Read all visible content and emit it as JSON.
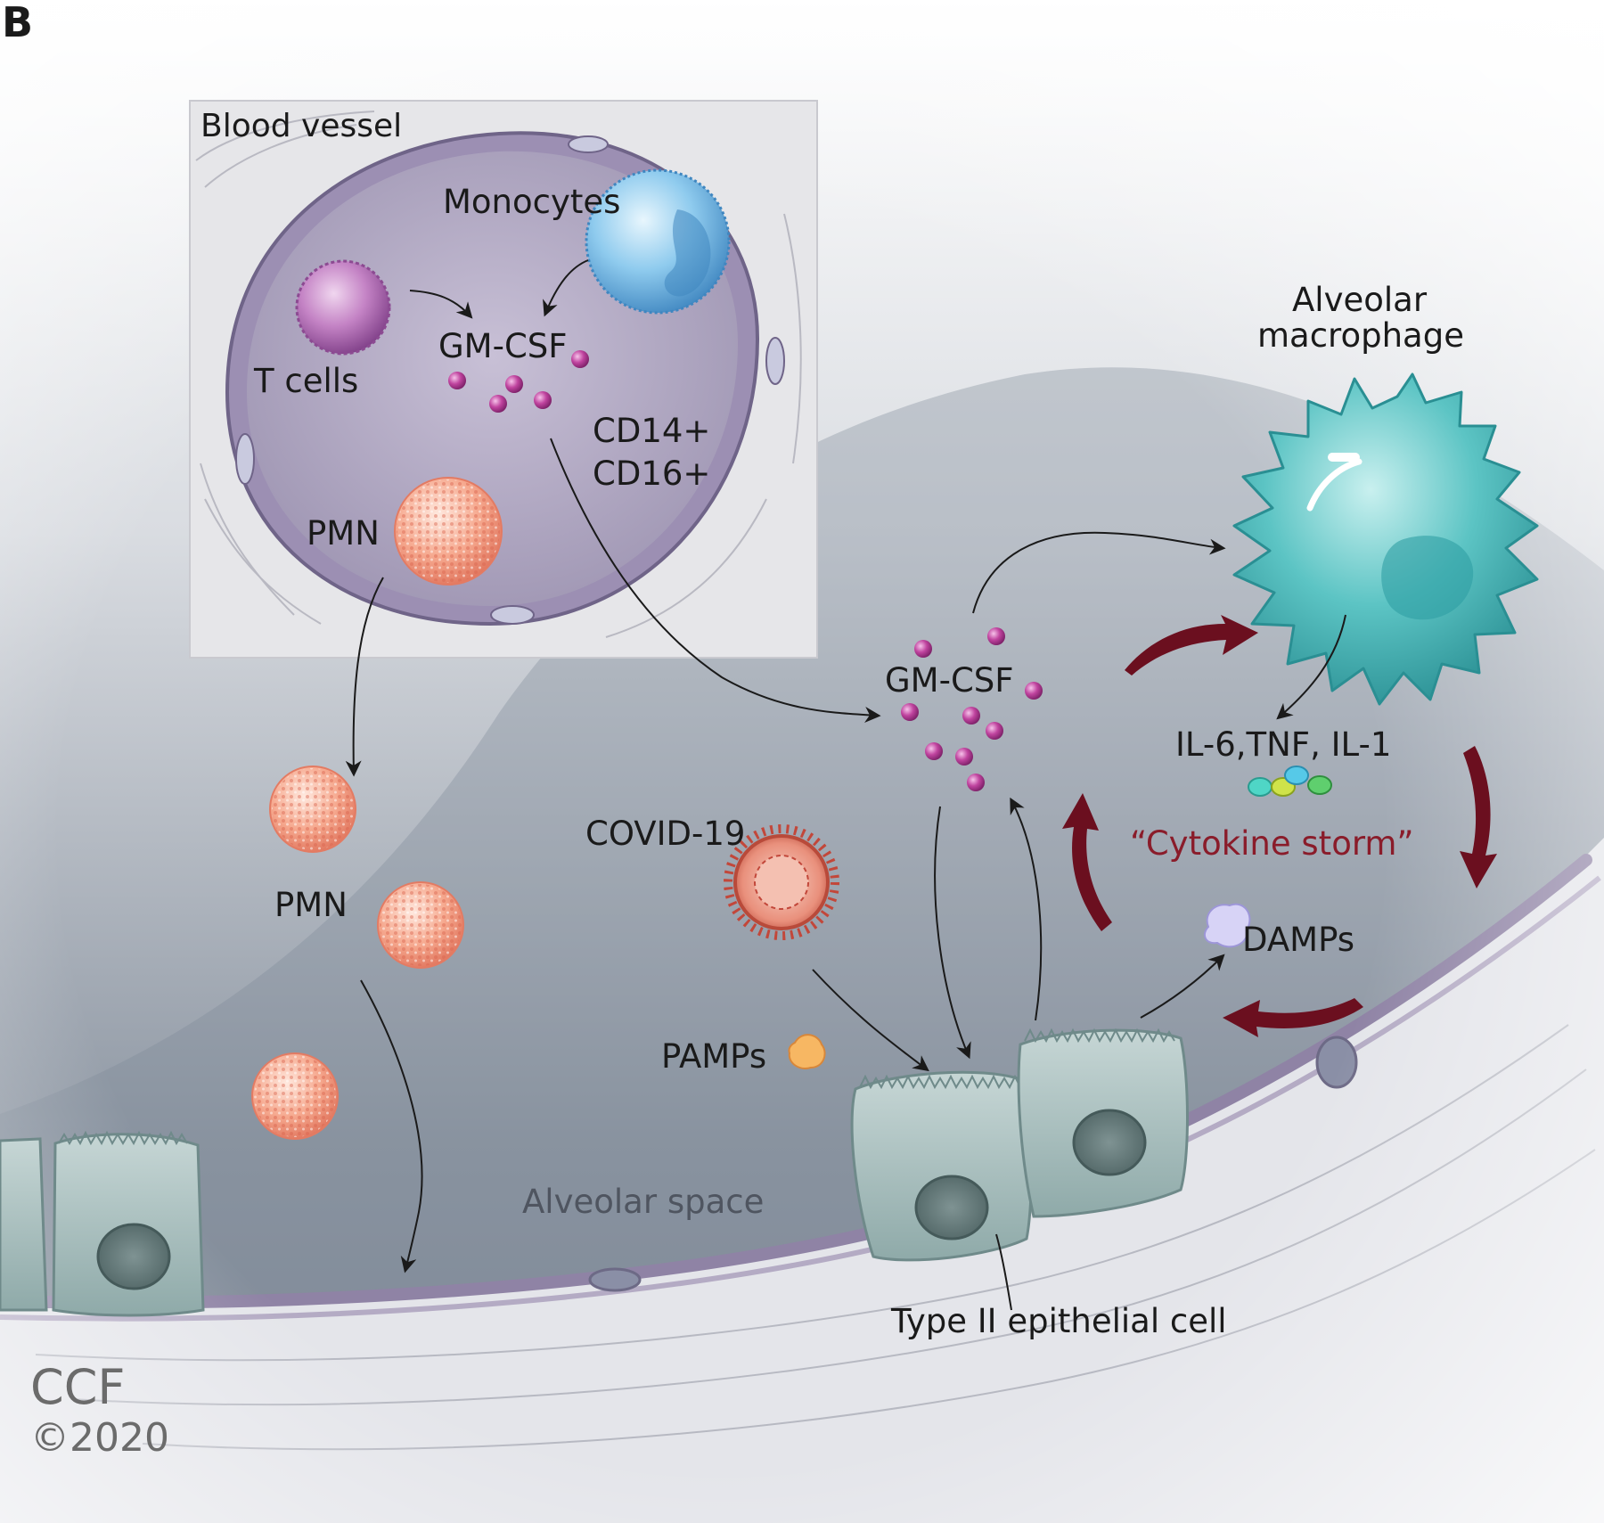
{
  "panel_letter": "B",
  "labels": {
    "blood_vessel": "Blood vessel",
    "monocytes": "Monocytes",
    "t_cells": "T cells",
    "gm_csf_vessel": "GM-CSF",
    "cd14": "CD14+",
    "cd16": "CD16+",
    "pmn_vessel": "PMN",
    "alveolar_macrophage_line1": "Alveolar",
    "alveolar_macrophage_line2": "macrophage",
    "gm_csf_alveolar": "GM-CSF",
    "cytokines": "IL-6,TNF, IL-1",
    "cytokine_storm": "“Cytokine storm”",
    "damps": "DAMPs",
    "covid": "COVID-19",
    "pmn_alveolar": "PMN",
    "pamps": "PAMPs",
    "alveolar_space": "Alveolar space",
    "type2_cell": "Type II epithelial cell"
  },
  "credit": {
    "org": "CCF",
    "year": "©2020"
  },
  "colors": {
    "storm_arrow": "#6b0f1f",
    "storm_text": "#8a1c2a",
    "gm_csf_dot": "#b0338f",
    "macrophage": "#4fbfc0",
    "monocyte": "#6fb7e0",
    "t_cell": "#b06ab0",
    "pmn": "#f4a08a",
    "vessel_wall": "#8f83a5"
  }
}
